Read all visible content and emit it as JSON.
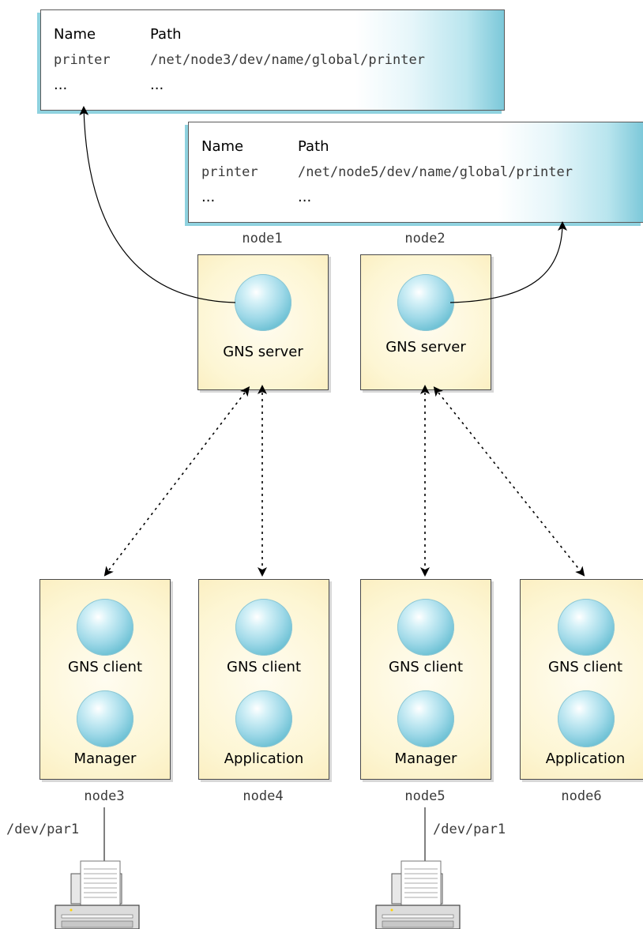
{
  "table1": {
    "header_name": "Name",
    "header_path": "Path",
    "row_name": "printer",
    "row_path": "/net/node3/dev/name/global/printer",
    "ellipsis_name": "...",
    "ellipsis_path": "..."
  },
  "table2": {
    "header_name": "Name",
    "header_path": "Path",
    "row_name": "printer",
    "row_path": "/net/node5/dev/name/global/printer",
    "ellipsis_name": "...",
    "ellipsis_path": "..."
  },
  "servers": [
    {
      "node": "node1",
      "label": "GNS server"
    },
    {
      "node": "node2",
      "label": "GNS server"
    }
  ],
  "clients": [
    {
      "node": "node3",
      "top_label": "GNS client",
      "bottom_label": "Manager"
    },
    {
      "node": "node4",
      "top_label": "GNS client",
      "bottom_label": "Application"
    },
    {
      "node": "node5",
      "top_label": "GNS client",
      "bottom_label": "Manager"
    },
    {
      "node": "node6",
      "top_label": "GNS client",
      "bottom_label": "Application"
    }
  ],
  "devices": [
    {
      "label": "/dev/par1"
    },
    {
      "label": "/dev/par1"
    }
  ],
  "colors": {
    "node_fill": "#fdf6d4",
    "sphere": "#7ccbe0",
    "table_gradient_end": "#7cc8d9"
  }
}
